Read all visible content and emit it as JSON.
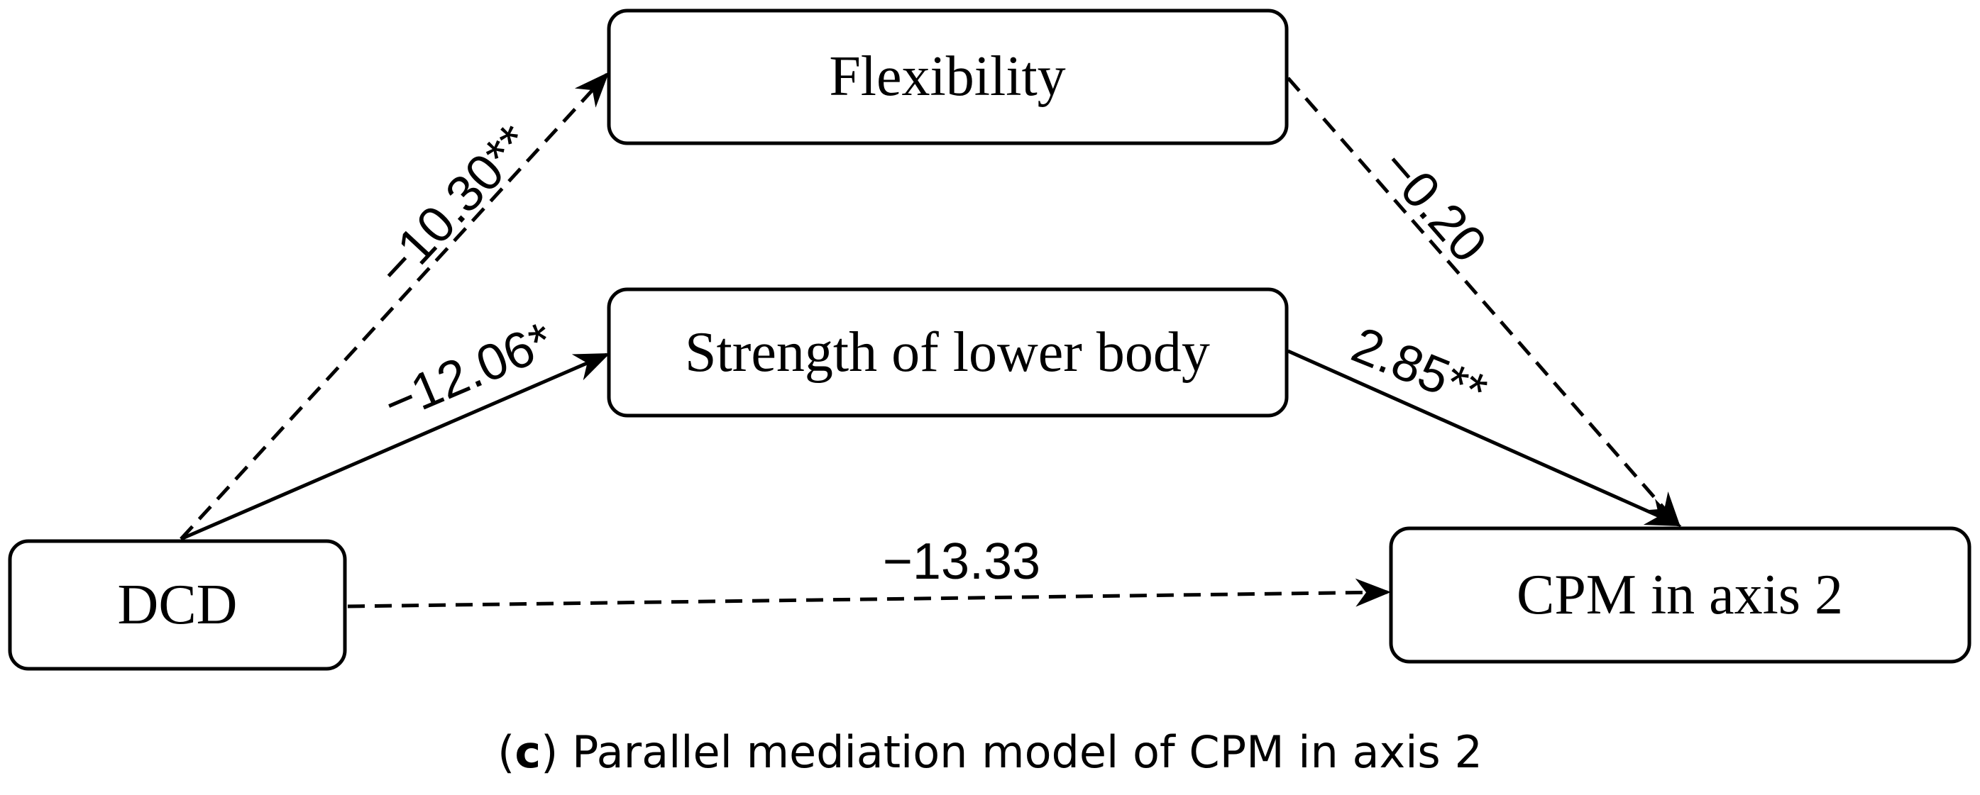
{
  "nodes": {
    "flexibility": "Flexibility",
    "strength": "Strength of lower body",
    "dcd": "DCD",
    "cpm": "CPM in axis 2"
  },
  "paths": {
    "dcd_to_flexibility": "−10.30**",
    "dcd_to_strength": "−12.06*",
    "flexibility_to_cpm": "−0.20",
    "strength_to_cpm": "2.85**",
    "dcd_to_cpm": "−13.33"
  },
  "caption": {
    "open": "(",
    "letter": "c",
    "close": ")",
    "text": " Parallel mediation model of CPM in axis 2"
  }
}
